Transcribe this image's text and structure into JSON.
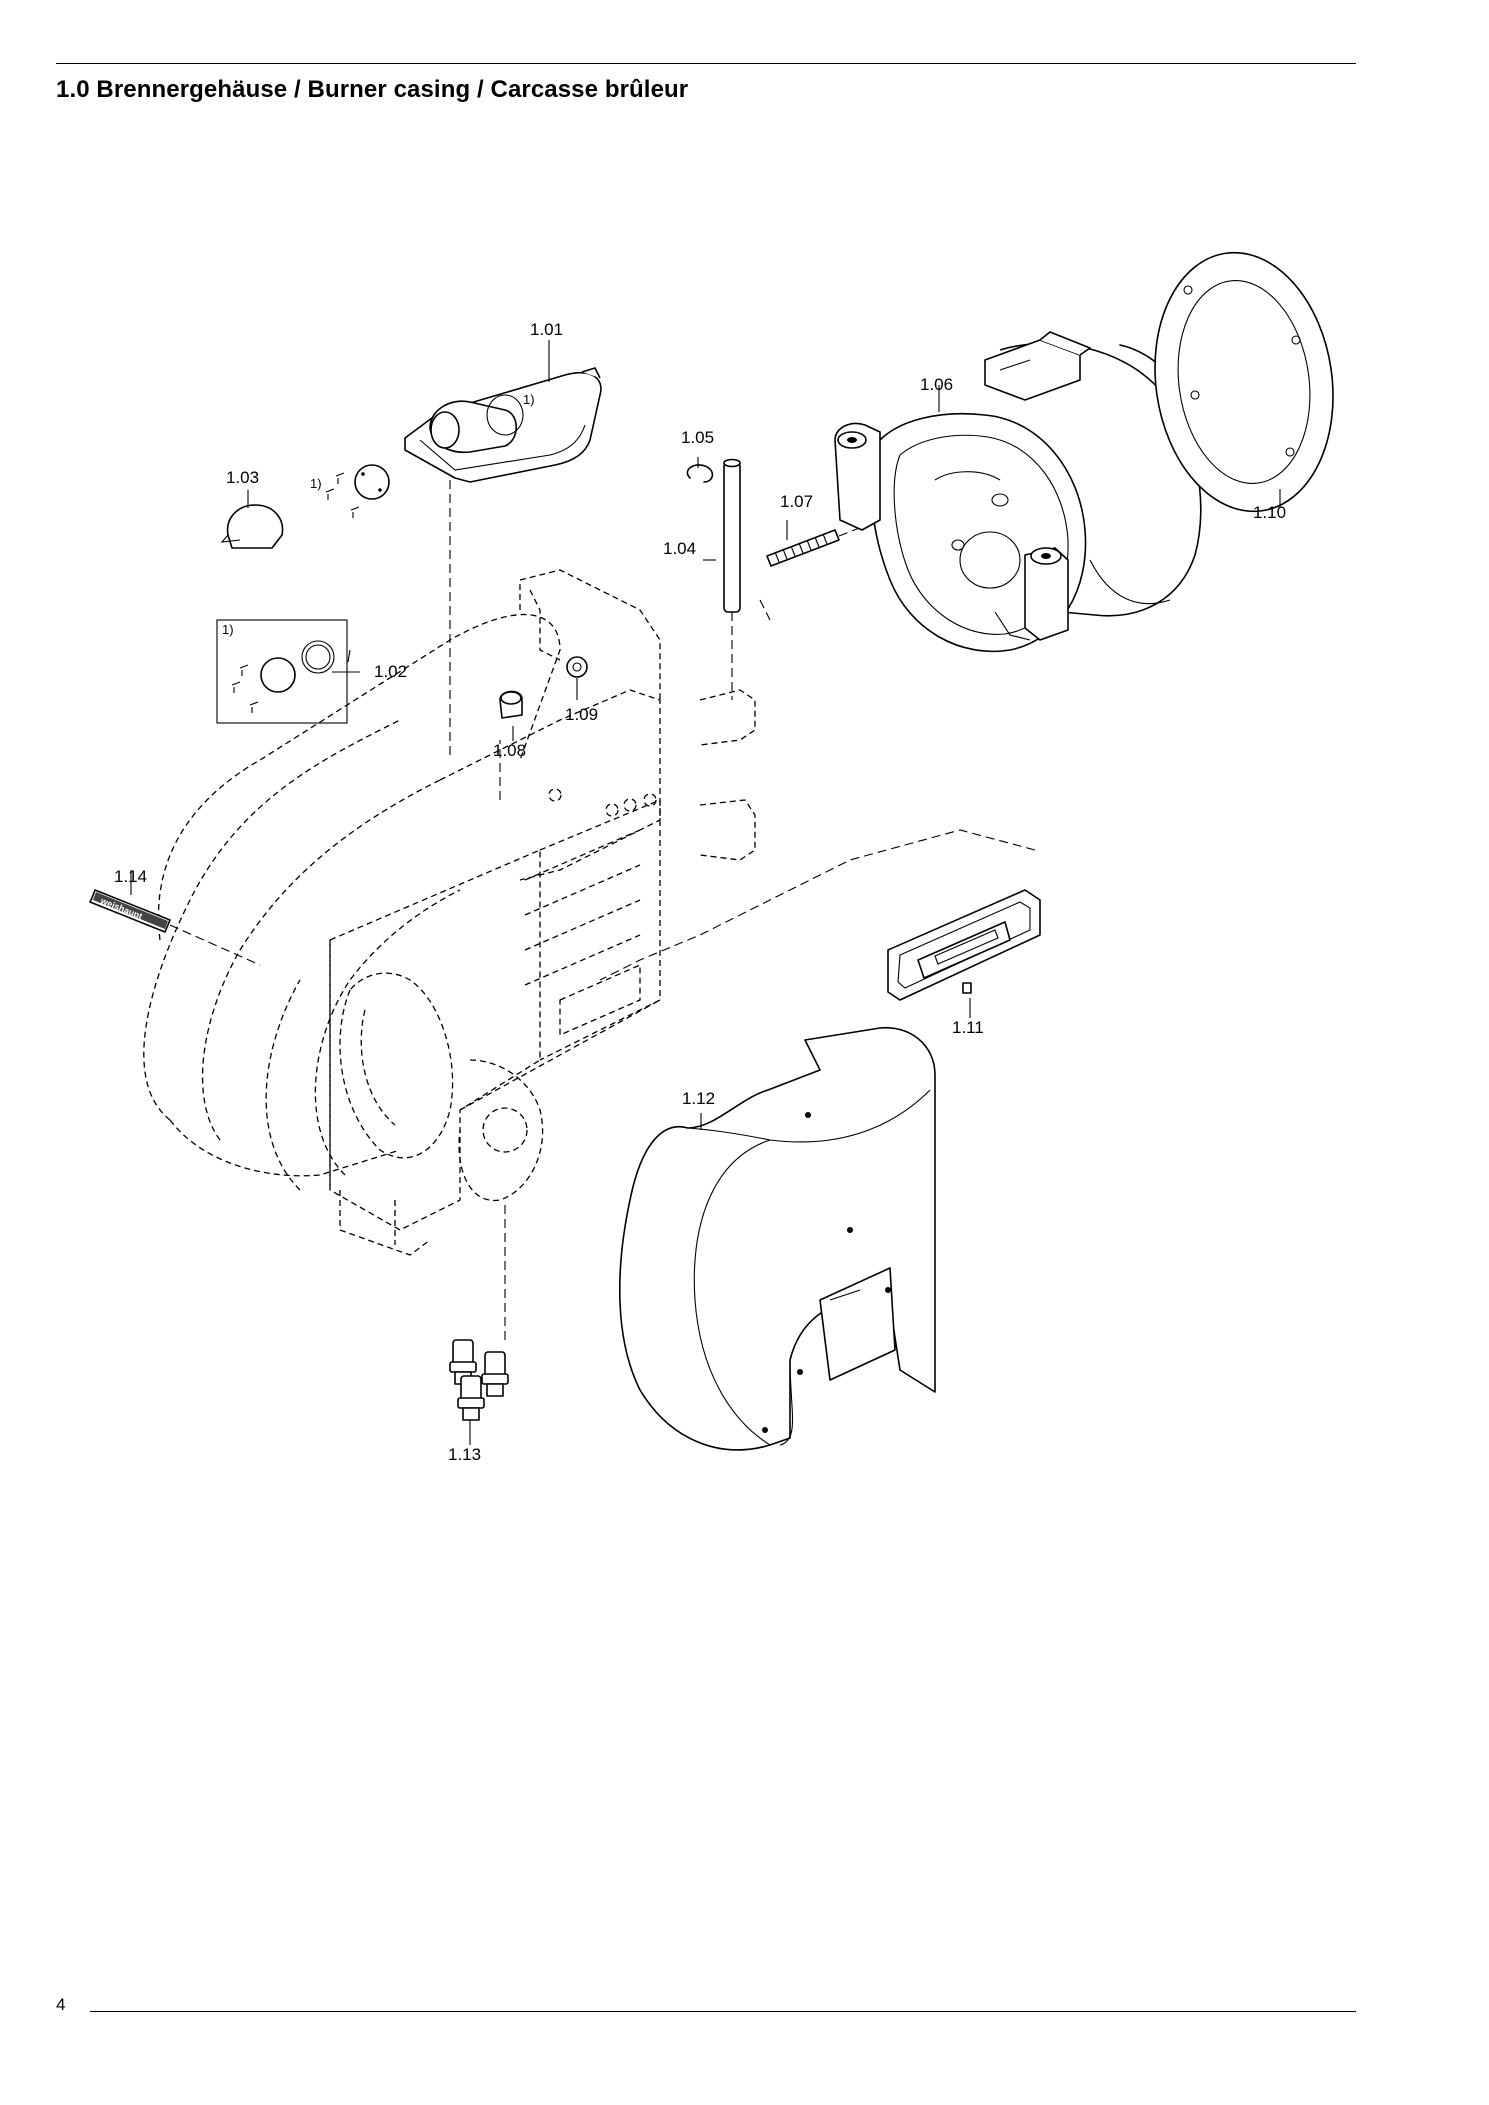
{
  "header": {
    "title": "1.0 Brennergehäuse / Burner casing / Carcasse brûleur"
  },
  "footer": {
    "page_number": "4"
  },
  "diagram": {
    "footnote_marker": "1)",
    "parts": [
      {
        "id": "1.01"
      },
      {
        "id": "1.02"
      },
      {
        "id": "1.03"
      },
      {
        "id": "1.04"
      },
      {
        "id": "1.05"
      },
      {
        "id": "1.06"
      },
      {
        "id": "1.07"
      },
      {
        "id": "1.08"
      },
      {
        "id": "1.09"
      },
      {
        "id": "1.10"
      },
      {
        "id": "1.11"
      },
      {
        "id": "1.12"
      },
      {
        "id": "1.13"
      },
      {
        "id": "1.14"
      }
    ],
    "logo_text": "weishaupt"
  }
}
